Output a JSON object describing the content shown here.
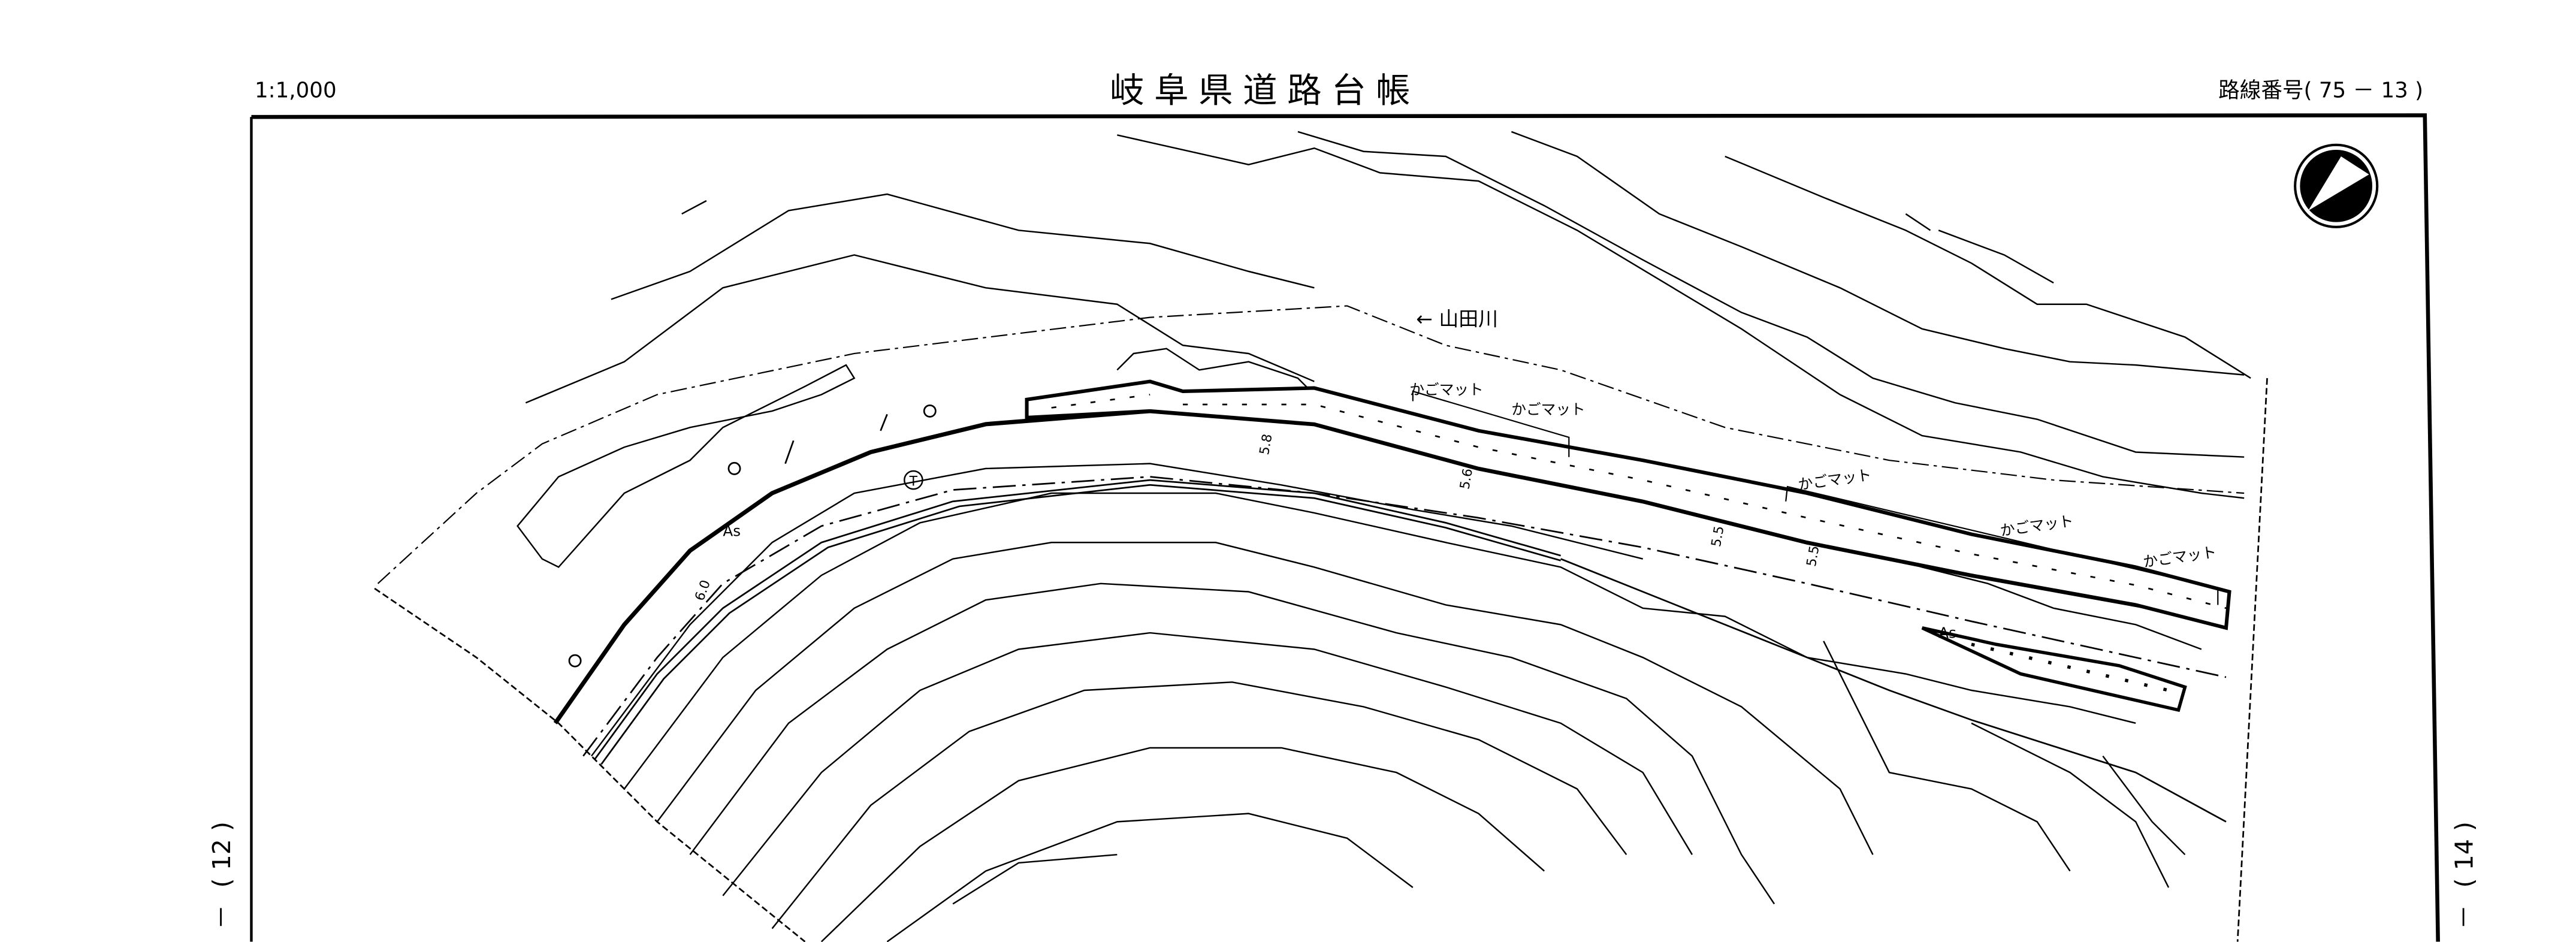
{
  "header": {
    "scale": "1:1,000",
    "title": "岐阜県道路台帳",
    "route_number": "路線番号( 75 － 13 )"
  },
  "side_labels": {
    "left_adjacent_sheet": "( 12 )",
    "left_dash": "－",
    "right_adjacent_sheet": "( 14 )",
    "right_dash": "－"
  },
  "map": {
    "river_label": "← 山田川",
    "gabion_labels": [
      "かごマット",
      "かごマット",
      "かごマット",
      "かごマット",
      "かごマット"
    ],
    "pavement_labels": [
      "As",
      "As"
    ],
    "width_labels": [
      "6.0",
      "5.8",
      "5.6",
      "5.5",
      "5.5"
    ],
    "marker_label": "T",
    "north_arrow": "north-arrow-icon"
  }
}
